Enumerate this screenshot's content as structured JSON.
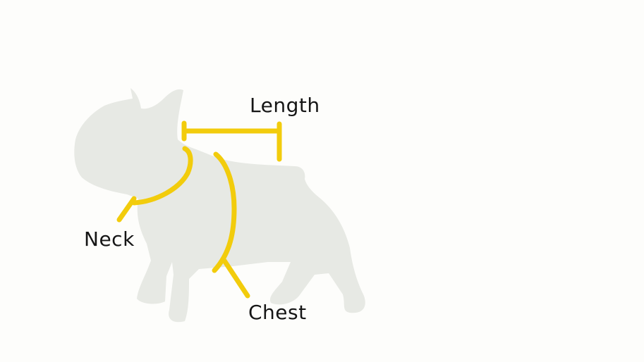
{
  "labels": {
    "length": "Length",
    "neck": "Neck",
    "chest": "Chest"
  },
  "colors": {
    "background": "#fdfdfb",
    "silhouette": "#e7e9e4",
    "measure_line": "#f2cc0c",
    "text": "#151515"
  },
  "icons": {
    "silhouette": "french-bulldog-silhouette"
  }
}
